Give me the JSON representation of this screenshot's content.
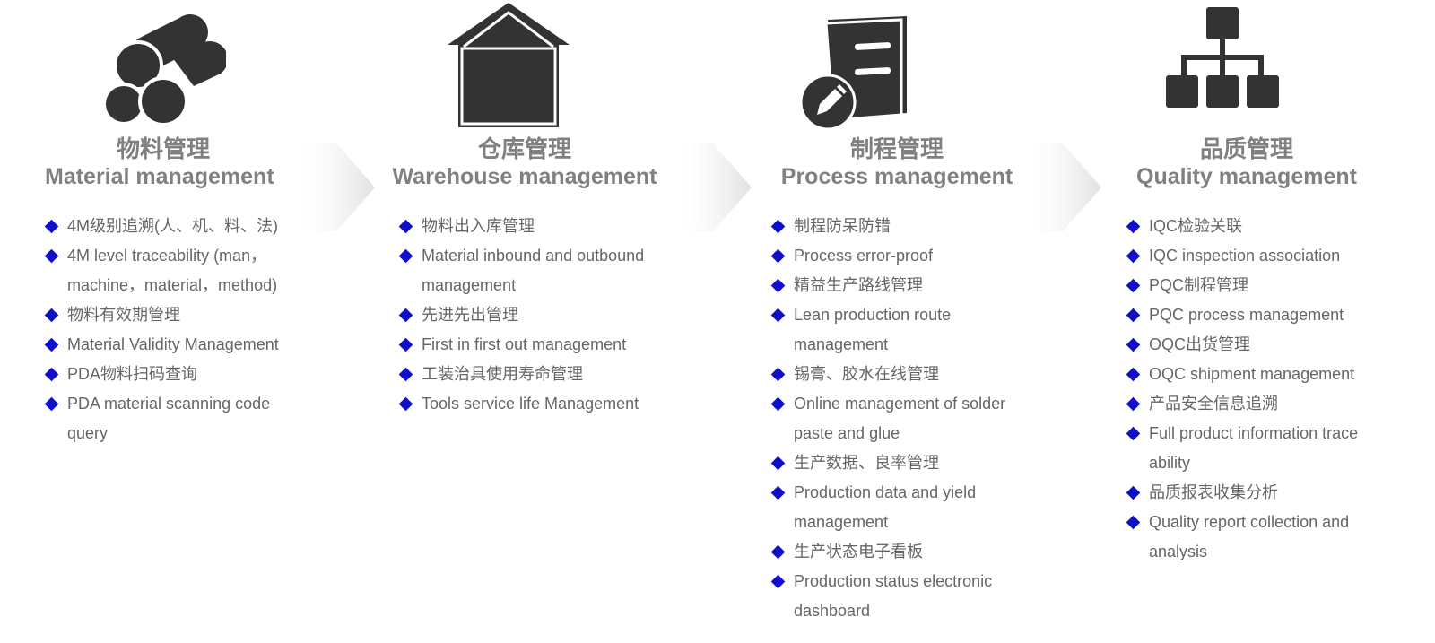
{
  "colors": {
    "icon": "#333333",
    "heading": "#808080",
    "text": "#666666",
    "bullet": "#0f0fc8",
    "arrow": "#e6e6e6"
  },
  "columns": [
    {
      "icon": "pipes-icon",
      "title_cn": "物料管理",
      "title_en": "Material management",
      "items": [
        "4M级别追溯(人、机、料、法)",
        "4M level traceability (man，",
        "machine，material，method)",
        "物料有效期管理",
        "Material Validity Management",
        "PDA物料扫码查询",
        "PDA material scanning code",
        "query"
      ]
    },
    {
      "icon": "warehouse-house-icon",
      "title_cn": "仓库管理",
      "title_en": "Warehouse management",
      "items": [
        "物料出入库管理",
        "Material inbound and outbound",
        "management",
        "先进先出管理",
        "First in first out management",
        "工装治具使用寿命管理",
        "Tools service life Management"
      ]
    },
    {
      "icon": "document-pencil-icon",
      "title_cn": "制程管理",
      "title_en": "Process management",
      "items": [
        "制程防呆防错",
        "Process error-proof",
        "精益生产路线管理",
        "Lean production route",
        "management",
        "锡膏、胶水在线管理",
        "Online management of solder",
        "paste and glue",
        "生产数据、良率管理",
        "Production data and yield",
        "management",
        "生产状态电子看板",
        "Production status electronic",
        "dashboard"
      ]
    },
    {
      "icon": "hierarchy-icon",
      "title_cn": "品质管理",
      "title_en": "Quality management",
      "items": [
        "IQC检验关联",
        "IQC inspection association",
        "PQC制程管理",
        "PQC process management",
        "OQC出货管理",
        "OQC shipment management",
        "产品安全信息追溯",
        "Full product information trace",
        "ability",
        "品质报表收集分析",
        "Quality report collection and",
        "analysis"
      ]
    }
  ]
}
